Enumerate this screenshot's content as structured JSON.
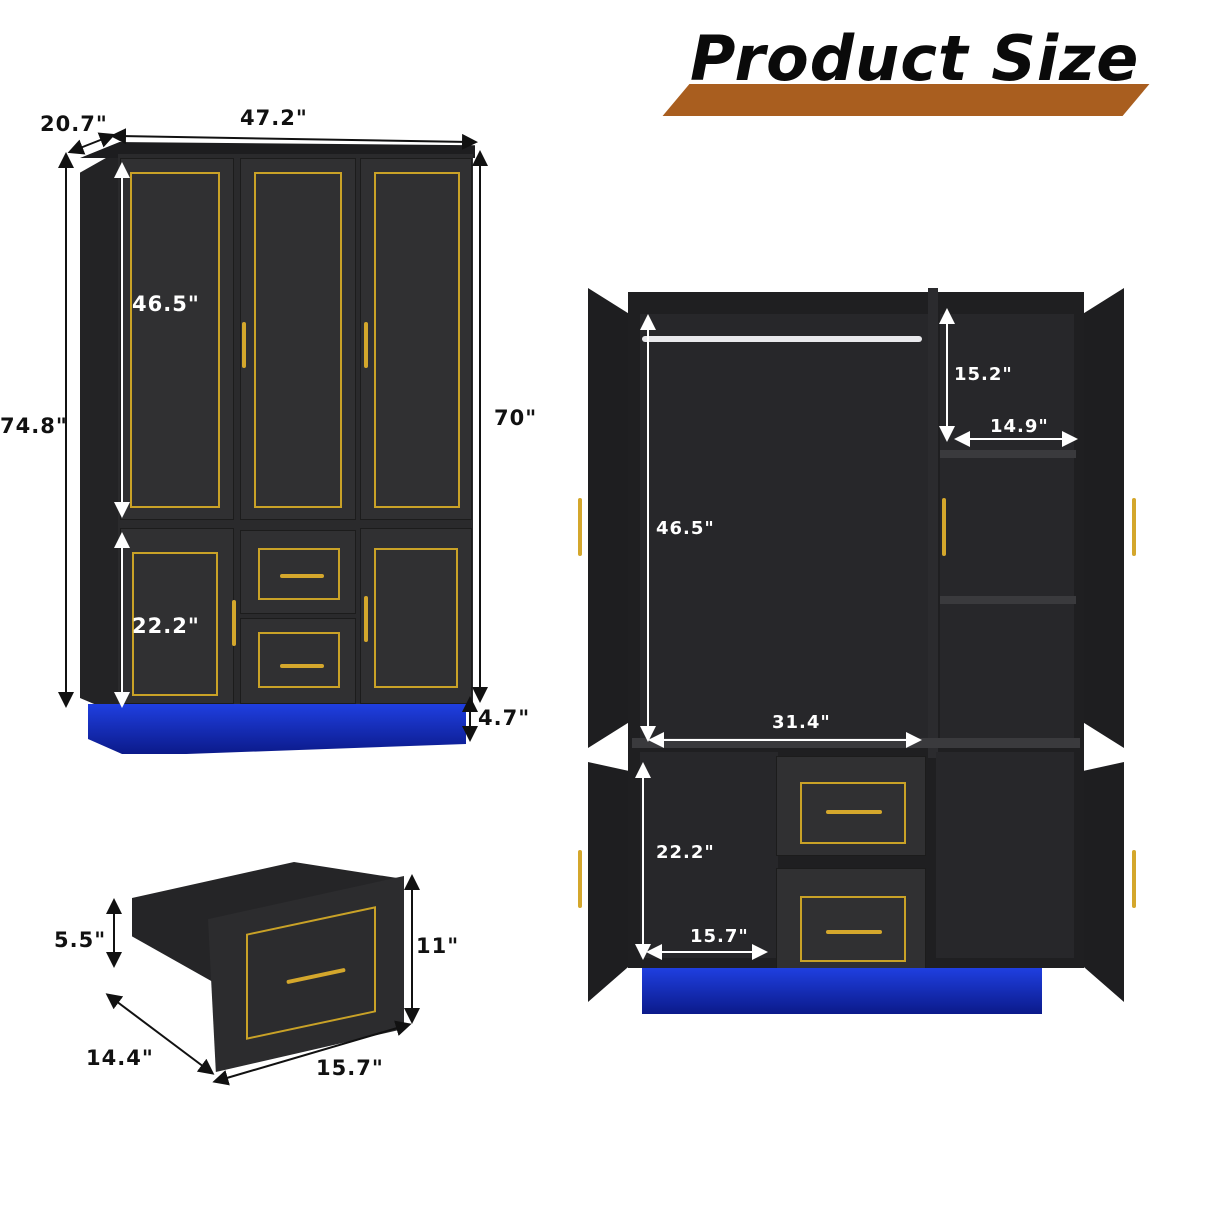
{
  "title": "Product Size",
  "colors": {
    "title_band": "#a95e1f",
    "cabinet": "#2c2c2e",
    "gold_trim": "#c9a227",
    "led_base": "#1f3fe0"
  },
  "closed_view": {
    "depth": "20.7\"",
    "width": "47.2\"",
    "total_height": "74.8\"",
    "cabinet_height": "70\"",
    "upper_door_height": "46.5\"",
    "lower_door_height": "22.2\"",
    "base_height": "4.7\""
  },
  "open_view": {
    "hanging_height": "46.5\"",
    "hanging_width": "31.4\"",
    "shelf_height": "15.2\"",
    "shelf_width": "14.9\"",
    "lower_cabinet_height": "22.2\"",
    "lower_cabinet_width": "15.7\""
  },
  "drawer_view": {
    "inner_height": "5.5\"",
    "front_height": "11\"",
    "depth": "14.4\"",
    "width": "15.7\""
  }
}
